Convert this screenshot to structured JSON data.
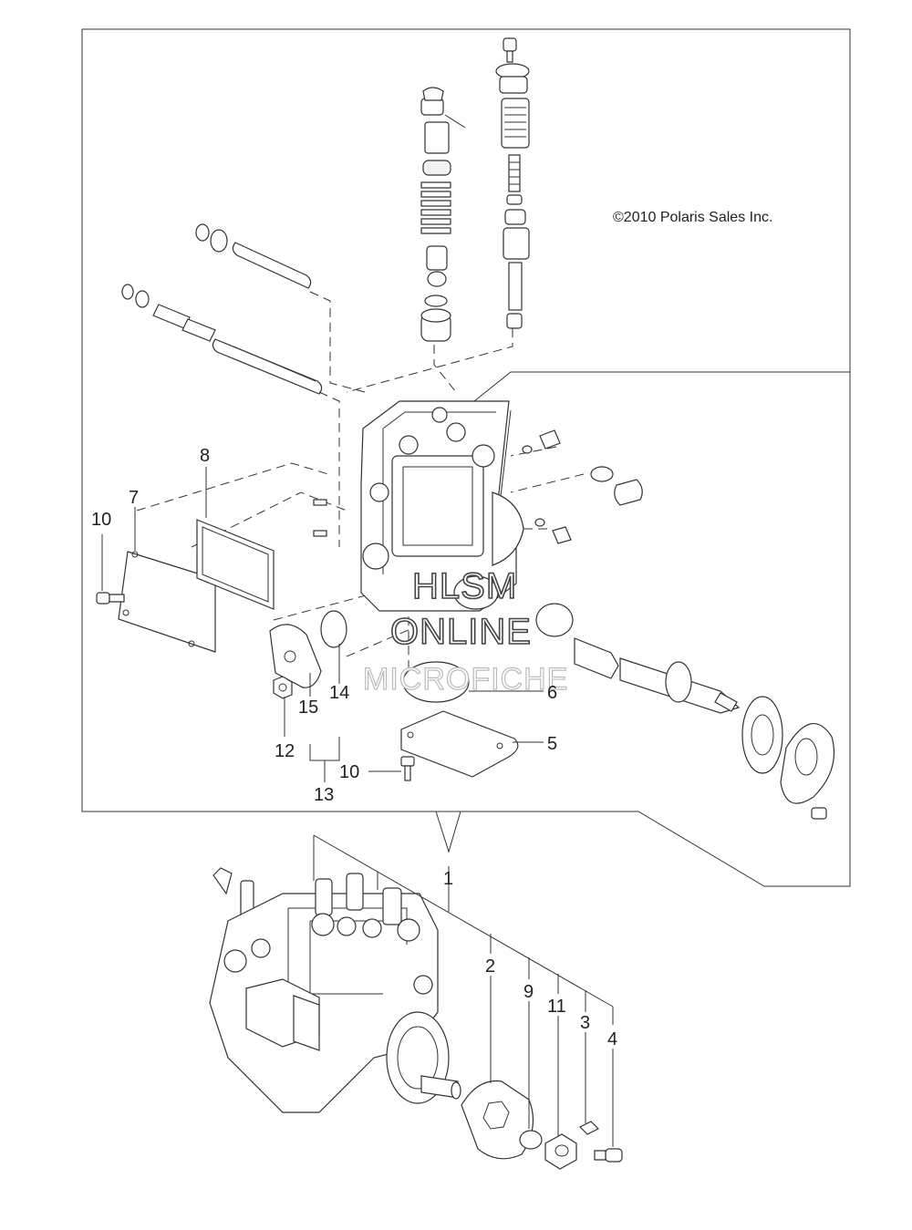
{
  "copyright": "©2010 Polaris Sales Inc.",
  "watermark": {
    "line1": "HLSM",
    "line2": "ONLINE",
    "line3": "MICROFICHE"
  },
  "callouts": {
    "c1": "1",
    "c2": "2",
    "c3": "3",
    "c4": "4",
    "c5": "5",
    "c6": "6",
    "c7": "7",
    "c8": "8",
    "c9": "9",
    "c10a": "10",
    "c10b": "10",
    "c11": "11",
    "c12": "12",
    "c13": "13",
    "c14": "14",
    "c15": "15"
  }
}
